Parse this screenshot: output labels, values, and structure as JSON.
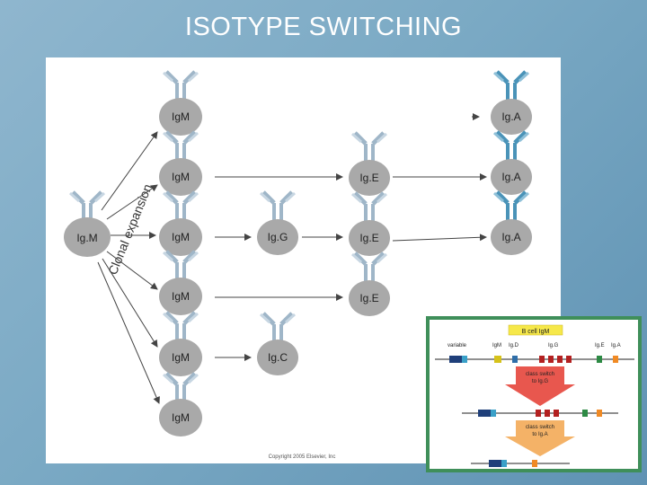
{
  "slide": {
    "title": "ISOTYPE SWITCHING"
  },
  "diagram": {
    "clonal_label": "Clonal expansion",
    "copyright": "Copyright 2005 Elsevier, Inc",
    "cells": {
      "start": "Ig.M",
      "col2": [
        "IgM",
        "IgM",
        "IgM",
        "IgM",
        "IgM",
        "IgM"
      ],
      "col3_row3": "Ig.G",
      "col3_row5": "Ig.C",
      "col4": [
        "Ig.E",
        "Ig.E",
        "Ig.E"
      ],
      "col5": [
        "Ig.A",
        "Ig.A",
        "Ig.A"
      ]
    },
    "colors": {
      "cell": "#a9a9a9",
      "antibody_gray": "#9fb6c8",
      "antibody_blue": "#4a93b8",
      "arrow": "#444444"
    }
  },
  "inset": {
    "header": "B cell IgM",
    "gene_labels": [
      "variable",
      "IgM",
      "Ig.D",
      "Ig.G",
      "Ig.E",
      "Ig.A"
    ],
    "switch1": [
      "class switch",
      "to Ig.G"
    ],
    "switch2": [
      "class switch",
      "to Ig.A"
    ],
    "colors": {
      "border": "#3f8f5a",
      "header_bg": "#f6e84a",
      "arrow_red": "#e8574e",
      "arrow_orange": "#f4b267"
    }
  }
}
